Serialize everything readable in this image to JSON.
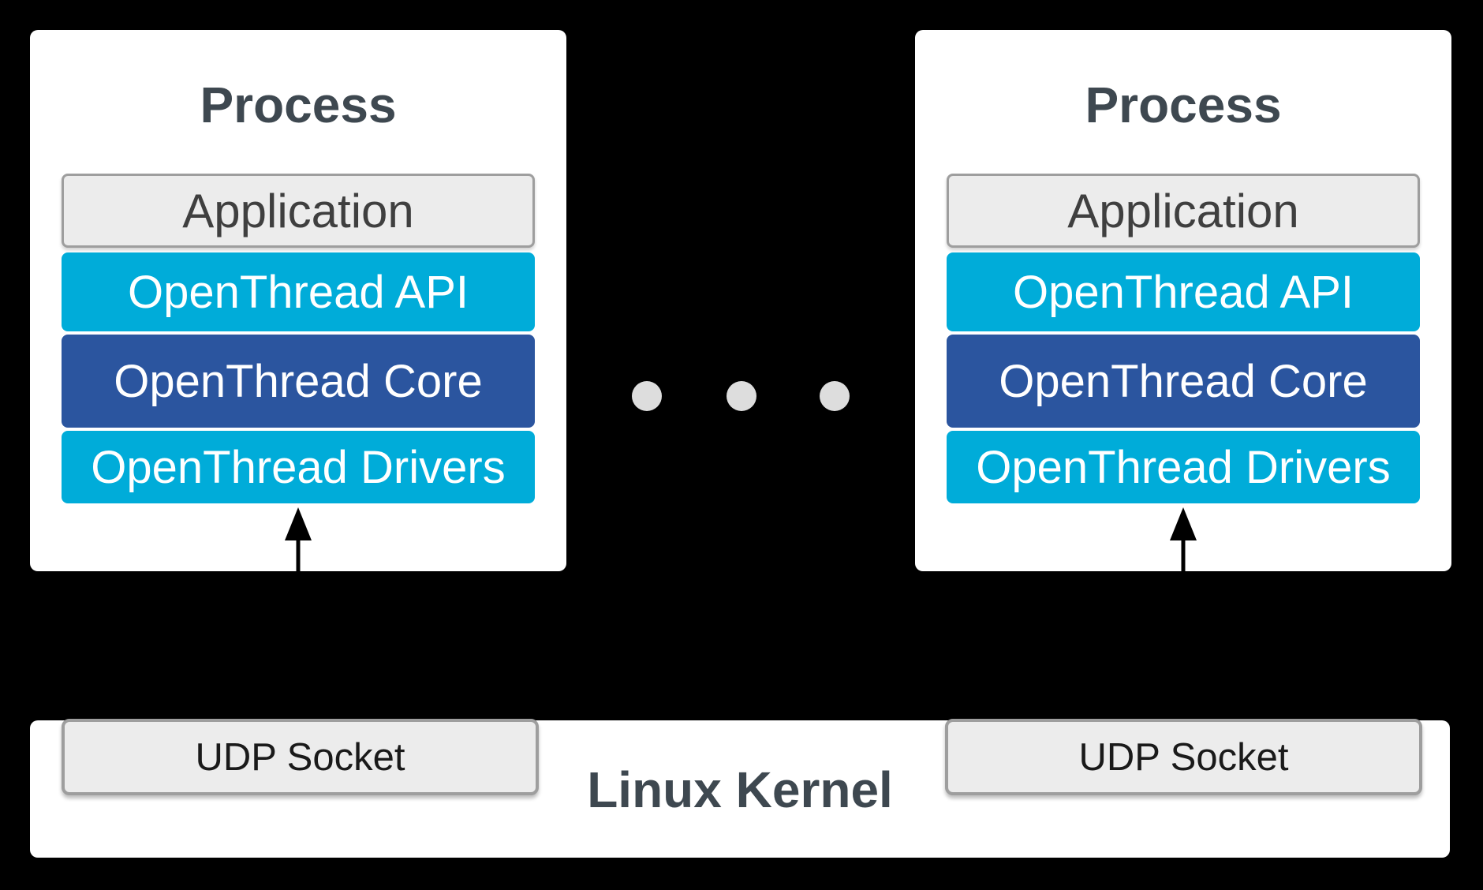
{
  "diagram": {
    "colors": {
      "background": "#000000",
      "box_bg": "#ffffff",
      "light_blue": "#00ACD9",
      "dark_blue": "#2B559F",
      "gray_fill": "#ECECEC",
      "gray_border": "#9E9E9E",
      "title_text": "#3E4850",
      "label_dark": "#3F3F3F",
      "udp_text": "#1A1A1A",
      "dot": "#DDDDDD",
      "arrow": "#000000"
    }
  },
  "processes": [
    {
      "title": "Process",
      "layers": [
        {
          "label": "Application"
        },
        {
          "label": "OpenThread API"
        },
        {
          "label": "OpenThread Core"
        },
        {
          "label": "OpenThread Drivers"
        }
      ]
    },
    {
      "title": "Process",
      "layers": [
        {
          "label": "Application"
        },
        {
          "label": "OpenThread API"
        },
        {
          "label": "OpenThread Core"
        },
        {
          "label": "OpenThread Drivers"
        }
      ]
    }
  ],
  "ellipsis": {
    "dot_count": 3
  },
  "kernel": {
    "title": "Linux Kernel",
    "sockets": [
      {
        "label": "UDP Socket"
      },
      {
        "label": "UDP Socket"
      }
    ]
  }
}
